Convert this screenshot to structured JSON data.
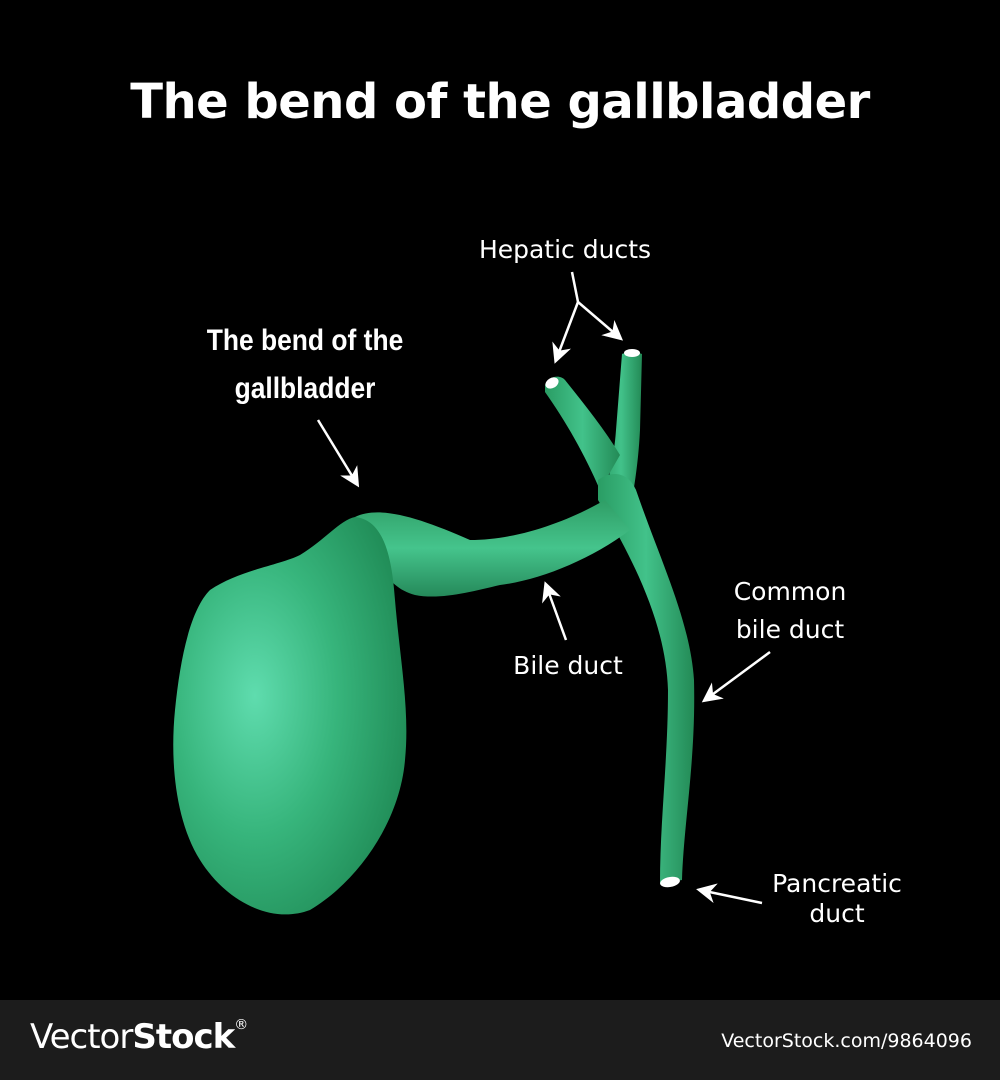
{
  "title": "The bend of the gallbladder",
  "labels": {
    "bend_line1": "The bend of the",
    "bend_line2": "gallbladder",
    "hepatic_ducts": "Hepatic ducts",
    "common_line1": "Common",
    "common_line2": "bile duct",
    "bile_duct": "Bile duct",
    "pancreatic_line1": "Pancreatic",
    "pancreatic_line2": "duct"
  },
  "footer": {
    "logo_regular": "Vector",
    "logo_bold": "Stock",
    "logo_mark": "®",
    "image_id": "VectorStock.com/9864096"
  },
  "colors": {
    "background": "#000000",
    "organ": "#2ea86b",
    "organ_highlight": "#5fdcae",
    "text": "#ffffff",
    "footer": "#1c1c1c"
  }
}
